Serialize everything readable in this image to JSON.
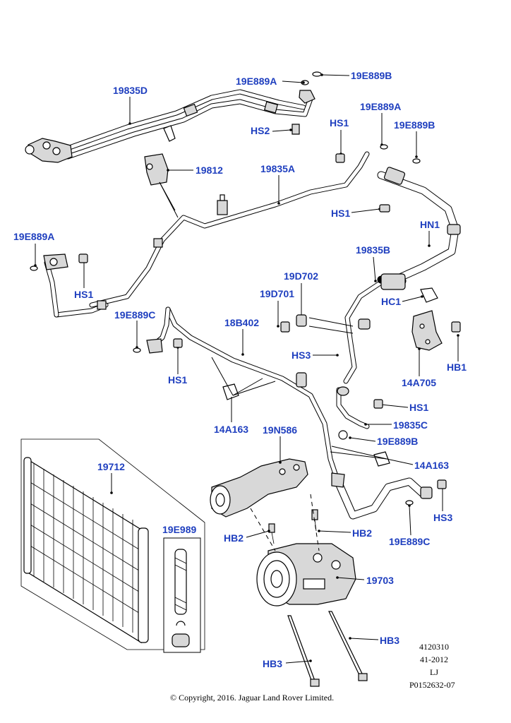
{
  "labels": {
    "l_19835D": "19835D",
    "l_19E889A_top": "19E889A",
    "l_19E889B_top": "19E889B",
    "l_HS2": "HS2",
    "l_HS1_a": "HS1",
    "l_19E889A_r": "19E889A",
    "l_19E889B_r": "19E889B",
    "l_19812": "19812",
    "l_19835A": "19835A",
    "l_HS1_b": "HS1",
    "l_HN1": "HN1",
    "l_19E889A_left": "19E889A",
    "l_19835B": "19835B",
    "l_HS1_c": "HS1",
    "l_19D702": "19D702",
    "l_19D701": "19D701",
    "l_HC1": "HC1",
    "l_19E889C_a": "19E889C",
    "l_18B402": "18B402",
    "l_HS3_a": "HS3",
    "l_HB1": "HB1",
    "l_HS1_d": "HS1",
    "l_14A705": "14A705",
    "l_HS1_e": "HS1",
    "l_19835C": "19835C",
    "l_14A163_a": "14A163",
    "l_19N586": "19N586",
    "l_19E889B_b": "19E889B",
    "l_14A163_b": "14A163",
    "l_19712": "19712",
    "l_HS3_b": "HS3",
    "l_19E989": "19E989",
    "l_HB2_a": "HB2",
    "l_HB2_b": "HB2",
    "l_19E889C_b": "19E889C",
    "l_19703": "19703",
    "l_HB3_a": "HB3",
    "l_HB3_b": "HB3"
  },
  "meta": {
    "code1": "4120310",
    "code2": "41-2012",
    "code3": "LJ",
    "code4": "P0152632-07"
  },
  "copyright": "© Copyright, 2016. Jaguar Land Rover Limited.",
  "colors": {
    "label": "#1f3fbf",
    "line": "#000000"
  }
}
